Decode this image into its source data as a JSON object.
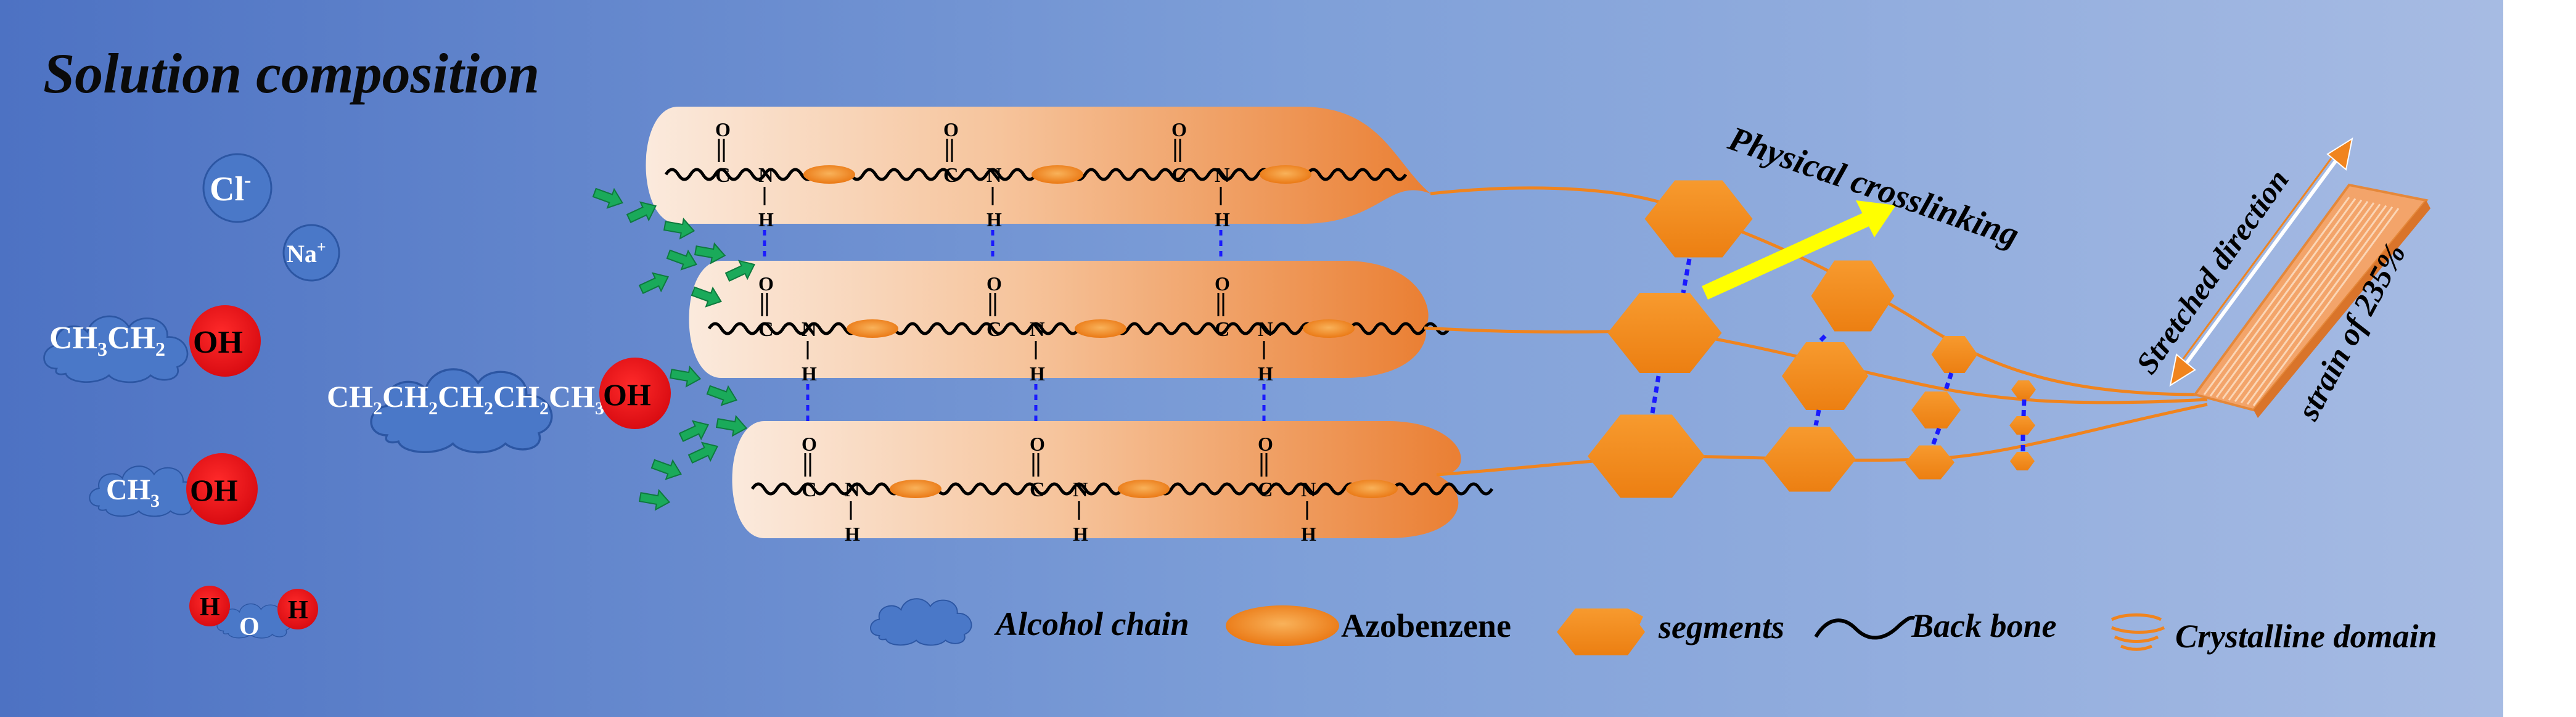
{
  "title": "Solution composition",
  "ions": {
    "chloride": "Cl",
    "chloride_charge": "-",
    "sodium": "Na",
    "sodium_charge": "+"
  },
  "molecules": {
    "ethanol": {
      "c1": "CH",
      "s1": "3",
      "c2": "CH",
      "s2": "2",
      "oh": "OH"
    },
    "pentanol": {
      "c1": "CH",
      "s1": "2",
      "c2": "CH",
      "s2": "2",
      "c3": "CH",
      "s3": "2",
      "c4": "CH",
      "s4": "2",
      "c5": "CH",
      "s5": "3",
      "oh": "OH"
    },
    "methanol": {
      "c1": "CH",
      "s1": "3",
      "oh": "OH"
    },
    "water": {
      "h_left": "H",
      "o": "O",
      "h_right": "H"
    }
  },
  "chain_atoms": {
    "oxygen": "O",
    "carbon": "C",
    "nitrogen": "N",
    "hydrogen": "H"
  },
  "labels": {
    "physical_crosslinking": "Physical crosslinking",
    "stretched_direction": "Stretched direction",
    "strain": "strain of 235%"
  },
  "legend": {
    "alcohol_chain": "Alcohol chain",
    "azobenzene": "Azobenzene",
    "segments": "segments",
    "back_bone": "Back bone",
    "crystalline_domain": "Crystalline domain"
  },
  "colors": {
    "background_left": "#4f74c4",
    "background_right": "#a4b8e2",
    "cloud": "#4a78c8",
    "hydroxyl": "#e8121a",
    "orange": "#f0841e",
    "hydrogen_bond": "#1a1aff",
    "arrow_green": "#1aaa5a",
    "arrow_yellow": "#ffff00"
  }
}
